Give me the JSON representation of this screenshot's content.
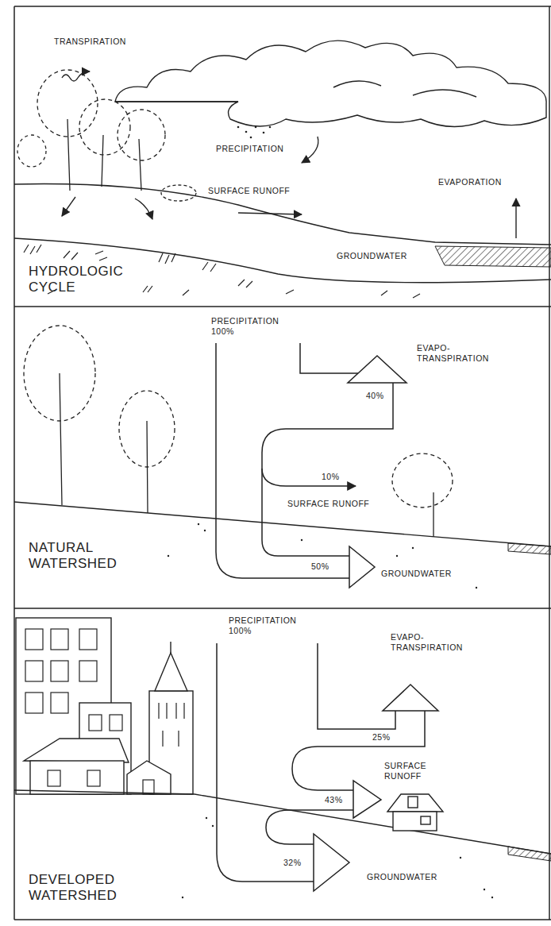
{
  "diagram": {
    "labels": [
      "TRANSPIRATION",
      "PRECIPITATION",
      "SURFACE RUNOFF",
      "EVAPORATION",
      "GROUNDWATER",
      "HYDROLOGIC CYCLE",
      "PRECIPITATION 100%",
      "EVAPO- TRANSPIRATION",
      "40%",
      "10%",
      "SURFACE RUNOFF",
      "50%",
      "GROUNDWATER",
      "NATURAL WATERSHED",
      "PRECIPITATION 100%",
      "EVAPO- TRANSPIRATION",
      "25%",
      "SURFACE RUNOFF",
      "43%",
      "32%",
      "GROUNDWATER",
      "DEVELOPED WATERSHED"
    ]
  }
}
